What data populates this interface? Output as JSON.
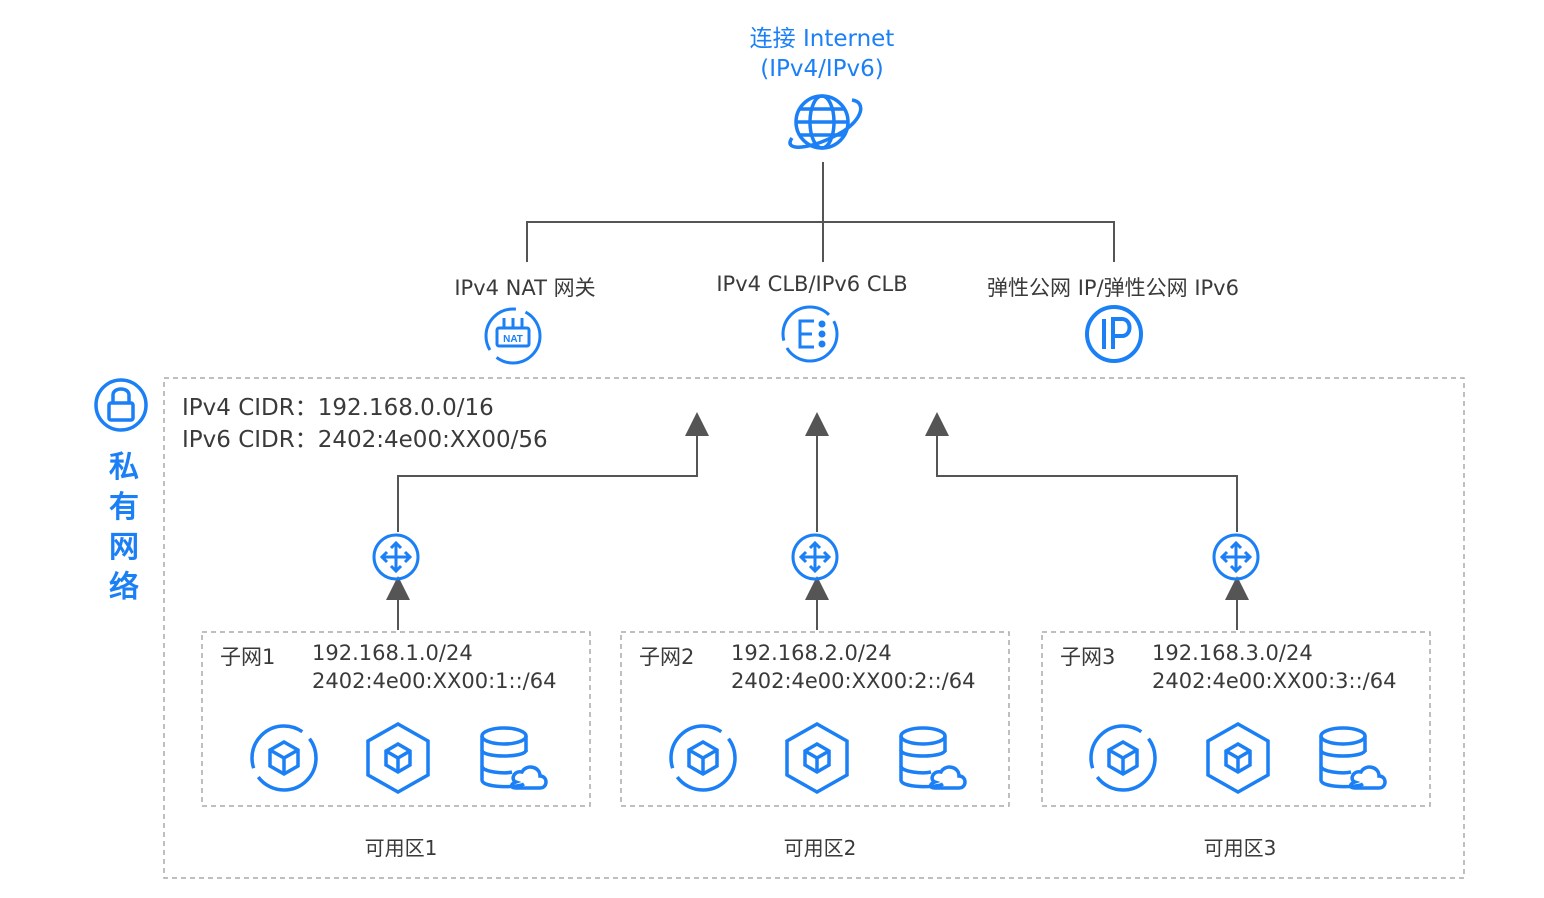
{
  "internet": {
    "title": "连接 Internet",
    "subtitle": "(IPv4/IPv6)",
    "icon": "globe-icon"
  },
  "services": [
    {
      "label": "IPv4 NAT 网关",
      "icon": "nat-gateway-icon"
    },
    {
      "label": "IPv4 CLB/IPv6 CLB",
      "icon": "load-balancer-icon"
    },
    {
      "label": "弹性公网 IP/弹性公网 IPv6",
      "icon": "elastic-ip-icon"
    }
  ],
  "vpc": {
    "label": "私有网络",
    "icon": "lock-icon",
    "ipv4_cidr": "IPv4 CIDR：192.168.0.0/16",
    "ipv6_cidr": "IPv6 CIDR：2402:4e00:XX00/56"
  },
  "zones": [
    {
      "subnet": "子网1",
      "ipv4": "192.168.1.0/24",
      "ipv6": "2402:4e00:XX00:1::/64",
      "zone": "可用区1"
    },
    {
      "subnet": "子网2",
      "ipv4": "192.168.2.0/24",
      "ipv6": "2402:4e00:XX00:2::/64",
      "zone": "可用区2"
    },
    {
      "subnet": "子网3",
      "ipv4": "192.168.3.0/24",
      "ipv6": "2402:4e00:XX00:3::/64",
      "zone": "可用区3"
    }
  ],
  "colors": {
    "accent": "#1b7ff5",
    "line": "#555555",
    "dashed_border": "#aaaaaa"
  }
}
